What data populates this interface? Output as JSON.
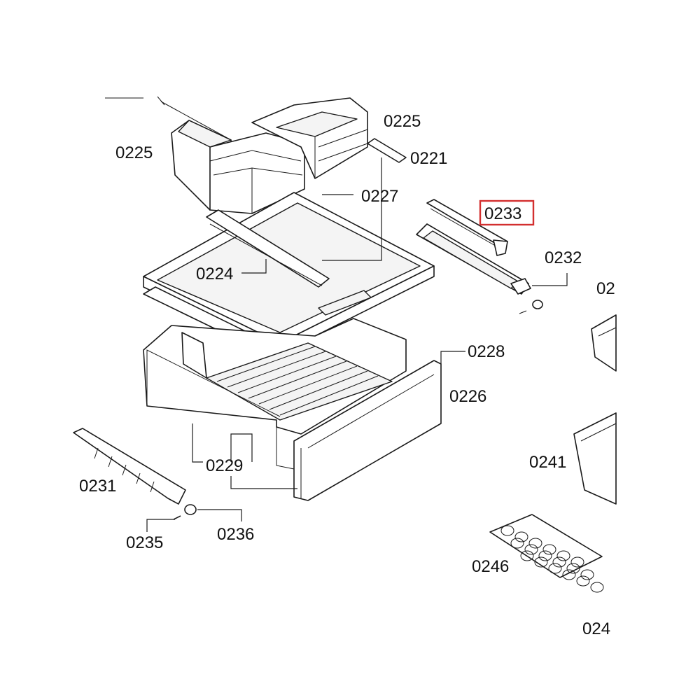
{
  "highlight_color": "#d32f2f",
  "labels": {
    "l0225a": "0225",
    "l0225b": "0225",
    "l0221": "0221",
    "l0227": "0227",
    "l0233": "0233",
    "l0232": "0232",
    "l0224": "0224",
    "l0228": "0228",
    "l0226": "0226",
    "l0229": "0229",
    "l0231": "0231",
    "l0235": "0235",
    "l0236": "0236",
    "l0241": "0241",
    "l0246": "0246",
    "l024": "024",
    "l02": "02"
  },
  "highlighted_part": "0233"
}
